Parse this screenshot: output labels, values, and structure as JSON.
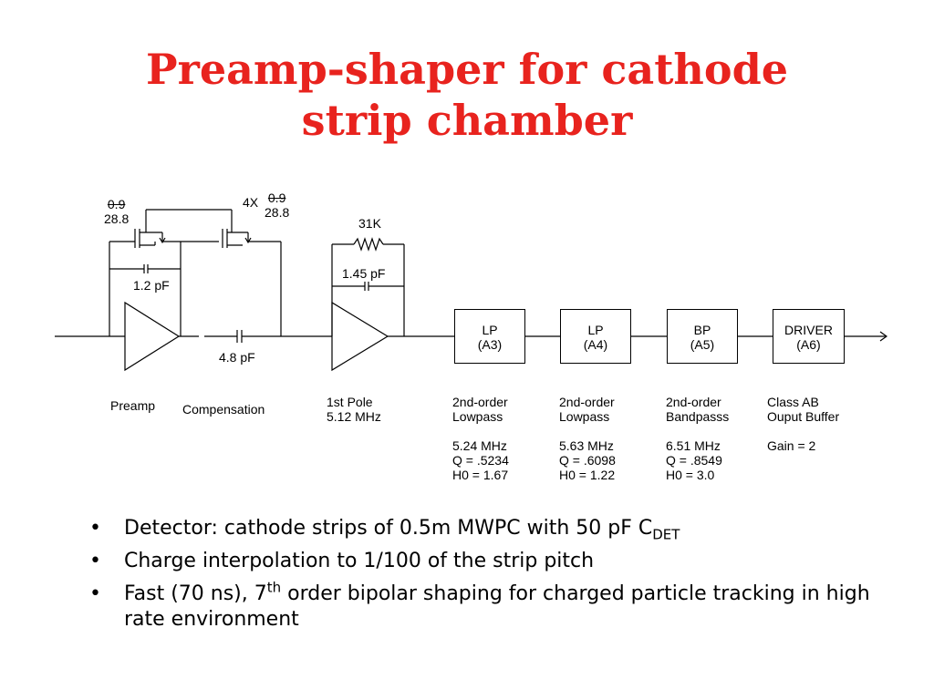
{
  "title": {
    "line1": "Preamp-shaper for cathode",
    "line2": "strip chamber"
  },
  "schematic": {
    "fet1": {
      "num": "0.9",
      "den": "28.8"
    },
    "fet2": {
      "prefix": "4X",
      "num": "0.9",
      "den": "28.8"
    },
    "resistor": "31K",
    "cap_feedback_1": "1.2 pF",
    "cap_feedback_2": "1.45 pF",
    "cap_series": "4.8 pF",
    "blocks": [
      {
        "line1": "LP",
        "line2": "(A3)"
      },
      {
        "line1": "LP",
        "line2": "(A4)"
      },
      {
        "line1": "BP",
        "line2": "(A5)"
      },
      {
        "line1": "DRIVER",
        "line2": "(A6)"
      }
    ],
    "captions": {
      "preamp": "Preamp",
      "compensation": "Compensation",
      "pole": {
        "l1": "1st Pole",
        "l2": "5.12 MHz"
      },
      "a3": {
        "l1": "2nd-order",
        "l2": "Lowpass",
        "l3": "5.24 MHz",
        "l4": "Q = .5234",
        "l5": "H0 = 1.67"
      },
      "a4": {
        "l1": "2nd-order",
        "l2": "Lowpass",
        "l3": "5.63 MHz",
        "l4": "Q = .6098",
        "l5": "H0 = 1.22"
      },
      "a5": {
        "l1": "2nd-order",
        "l2": "Bandpasss",
        "l3": "6.51 MHz",
        "l4": "Q = .8549",
        "l5": "H0 = 3.0"
      },
      "a6": {
        "l1": "Class AB",
        "l2": "Ouput Buffer",
        "l3": "Gain = 2"
      }
    }
  },
  "bullets": [
    {
      "text": "Detector: cathode strips of 0.5m MWPC with 50 pF C",
      "sub": "DET"
    },
    {
      "text": "Charge interpolation to 1/100 of the strip pitch"
    },
    {
      "text_before": "Fast (70 ns), 7",
      "sup": "th",
      "text_after": " order bipolar shaping for charged particle tracking in high rate environment"
    }
  ]
}
